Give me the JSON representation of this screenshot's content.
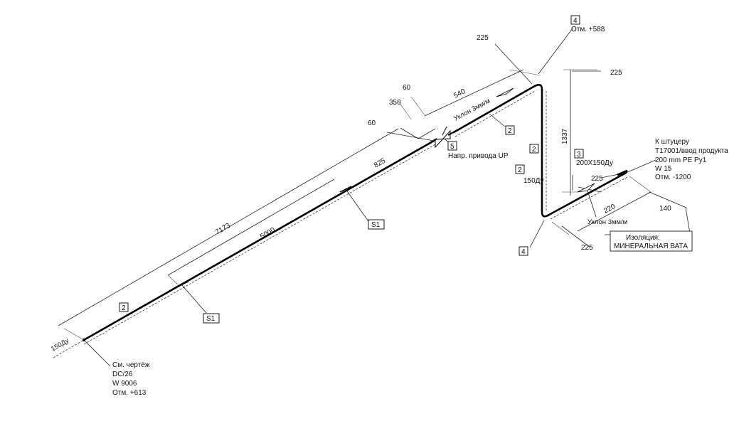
{
  "dimensions": {
    "d_225_top": "225",
    "d_540": "540",
    "d_60_a": "60",
    "d_350": "350",
    "d_60_b": "60",
    "d_825": "825",
    "d_7173": "7173",
    "d_5000": "5000",
    "d_225_right": "225",
    "d_1337": "1337",
    "d_225_mid": "225",
    "d_220": "220",
    "d_140": "140",
    "d_225_bottom": "225"
  },
  "labels": {
    "dn150_start": "150Ду",
    "slope_top": "Уклон 3мм/м",
    "slope_bottom": "Уклон 3мм/м",
    "valve_note": "Напр. привода UP",
    "dn150_vertical": "150Ду",
    "reducer": "200X150Ду",
    "elev_top": "Отм. +588"
  },
  "tags": {
    "tag_2_top": "2",
    "tag_5": "5",
    "tag_s1_upper": "S1",
    "tag_s1_lower": "S1",
    "tag_2_left": "2",
    "tag_2_vertical": "2",
    "tag_2_150": "2",
    "tag_3": "3",
    "tag_4_top": "4",
    "tag_4_bottom": "4"
  },
  "notes": {
    "start_lines": [
      "См. чертёж",
      "DC/26",
      "W 9006",
      "Отм. +613"
    ],
    "end_lines": [
      "К штуцеру",
      "T17001/ввод продукта",
      "200 mm PE Py1",
      "W 15",
      "Отм. -1200"
    ],
    "insulation_lines": [
      "Изоляция:",
      "МИНЕРАЛЬНАЯ ВАТА"
    ]
  }
}
